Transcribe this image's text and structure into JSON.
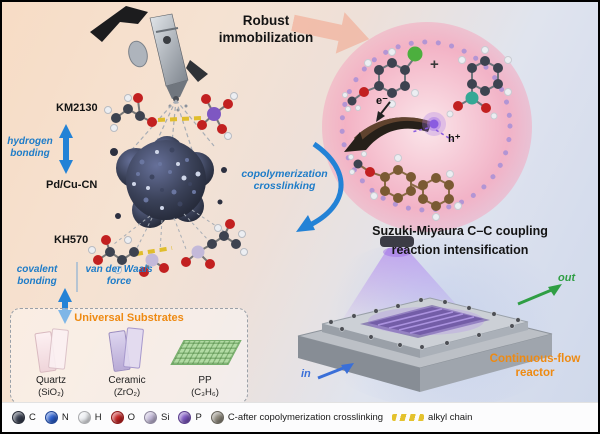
{
  "top": {
    "heading_l1": "Robust",
    "heading_l2": "immobilization"
  },
  "left": {
    "km2130": "KM2130",
    "hb_l1": "hydrogen",
    "hb_l2": "bonding",
    "pdcu": "Pd/Cu-CN",
    "kh570": "KH570",
    "cov_l1": "covalent",
    "cov_l2": "bonding",
    "vdw_l1": "van der Waals",
    "vdw_l2": "force"
  },
  "center": {
    "copoly_l1": "copolymerization",
    "copoly_l2": "crosslinking"
  },
  "reaction": {
    "plus": "+",
    "electron": "e⁻",
    "hole": "h⁺",
    "title_l1": "Suzuki-Miyaura C–C coupling",
    "title_l2": "reaction intensification"
  },
  "reactor": {
    "in_label": "in",
    "out_label": "out",
    "label_l1": "Continuous-flow",
    "label_l2": "reactor"
  },
  "substrates": {
    "title": "Universal Substrates",
    "items": [
      {
        "name": "Quartz",
        "formula": "(SiO₂)"
      },
      {
        "name": "Ceramic",
        "formula": "(ZrO₂)"
      },
      {
        "name": "PP",
        "formula": "(C₃H₆)"
      }
    ]
  },
  "legend": {
    "items": [
      {
        "label": "C",
        "color": "#353c4e"
      },
      {
        "label": "N",
        "color": "#2a5fd0"
      },
      {
        "label": "H",
        "color": "#eceef2"
      },
      {
        "label": "O",
        "color": "#c42222"
      },
      {
        "label": "Si",
        "color": "#c3b9d9"
      },
      {
        "label": "P",
        "color": "#7e57c2"
      },
      {
        "label": "C-after copolymerization crosslinking",
        "color": "#8e897c"
      }
    ],
    "alkyl_label": "alkyl chain",
    "alkyl_color": "#e4c22e"
  },
  "colors": {
    "accent_blue": "#1e7cc8",
    "accent_orange": "#ee8a12",
    "out_green": "#2f9e44",
    "in_blue": "#3a6fd8"
  }
}
